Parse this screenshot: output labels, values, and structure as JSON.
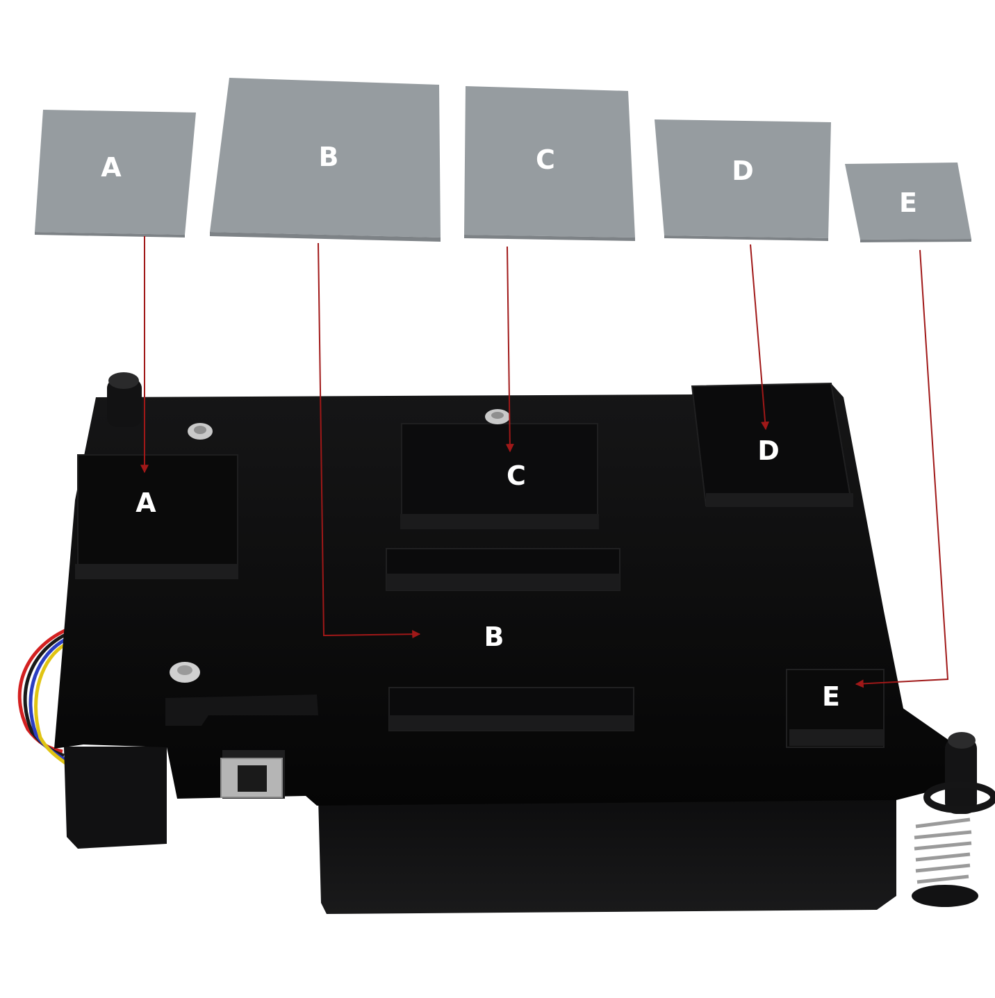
{
  "pads": [
    {
      "id": "A",
      "label": "A"
    },
    {
      "id": "B",
      "label": "B"
    },
    {
      "id": "C",
      "label": "C"
    },
    {
      "id": "D",
      "label": "D"
    },
    {
      "id": "E",
      "label": "E"
    }
  ],
  "heatsink_labels": {
    "a": "A",
    "b": "B",
    "c": "C",
    "d": "D",
    "e": "E"
  },
  "colors": {
    "pad_face": "#969ca0",
    "pad_edge": "#7d8286",
    "heatsink": "#0b0b0c",
    "leader_line": "#a01818",
    "label_text": "#ffffff"
  }
}
